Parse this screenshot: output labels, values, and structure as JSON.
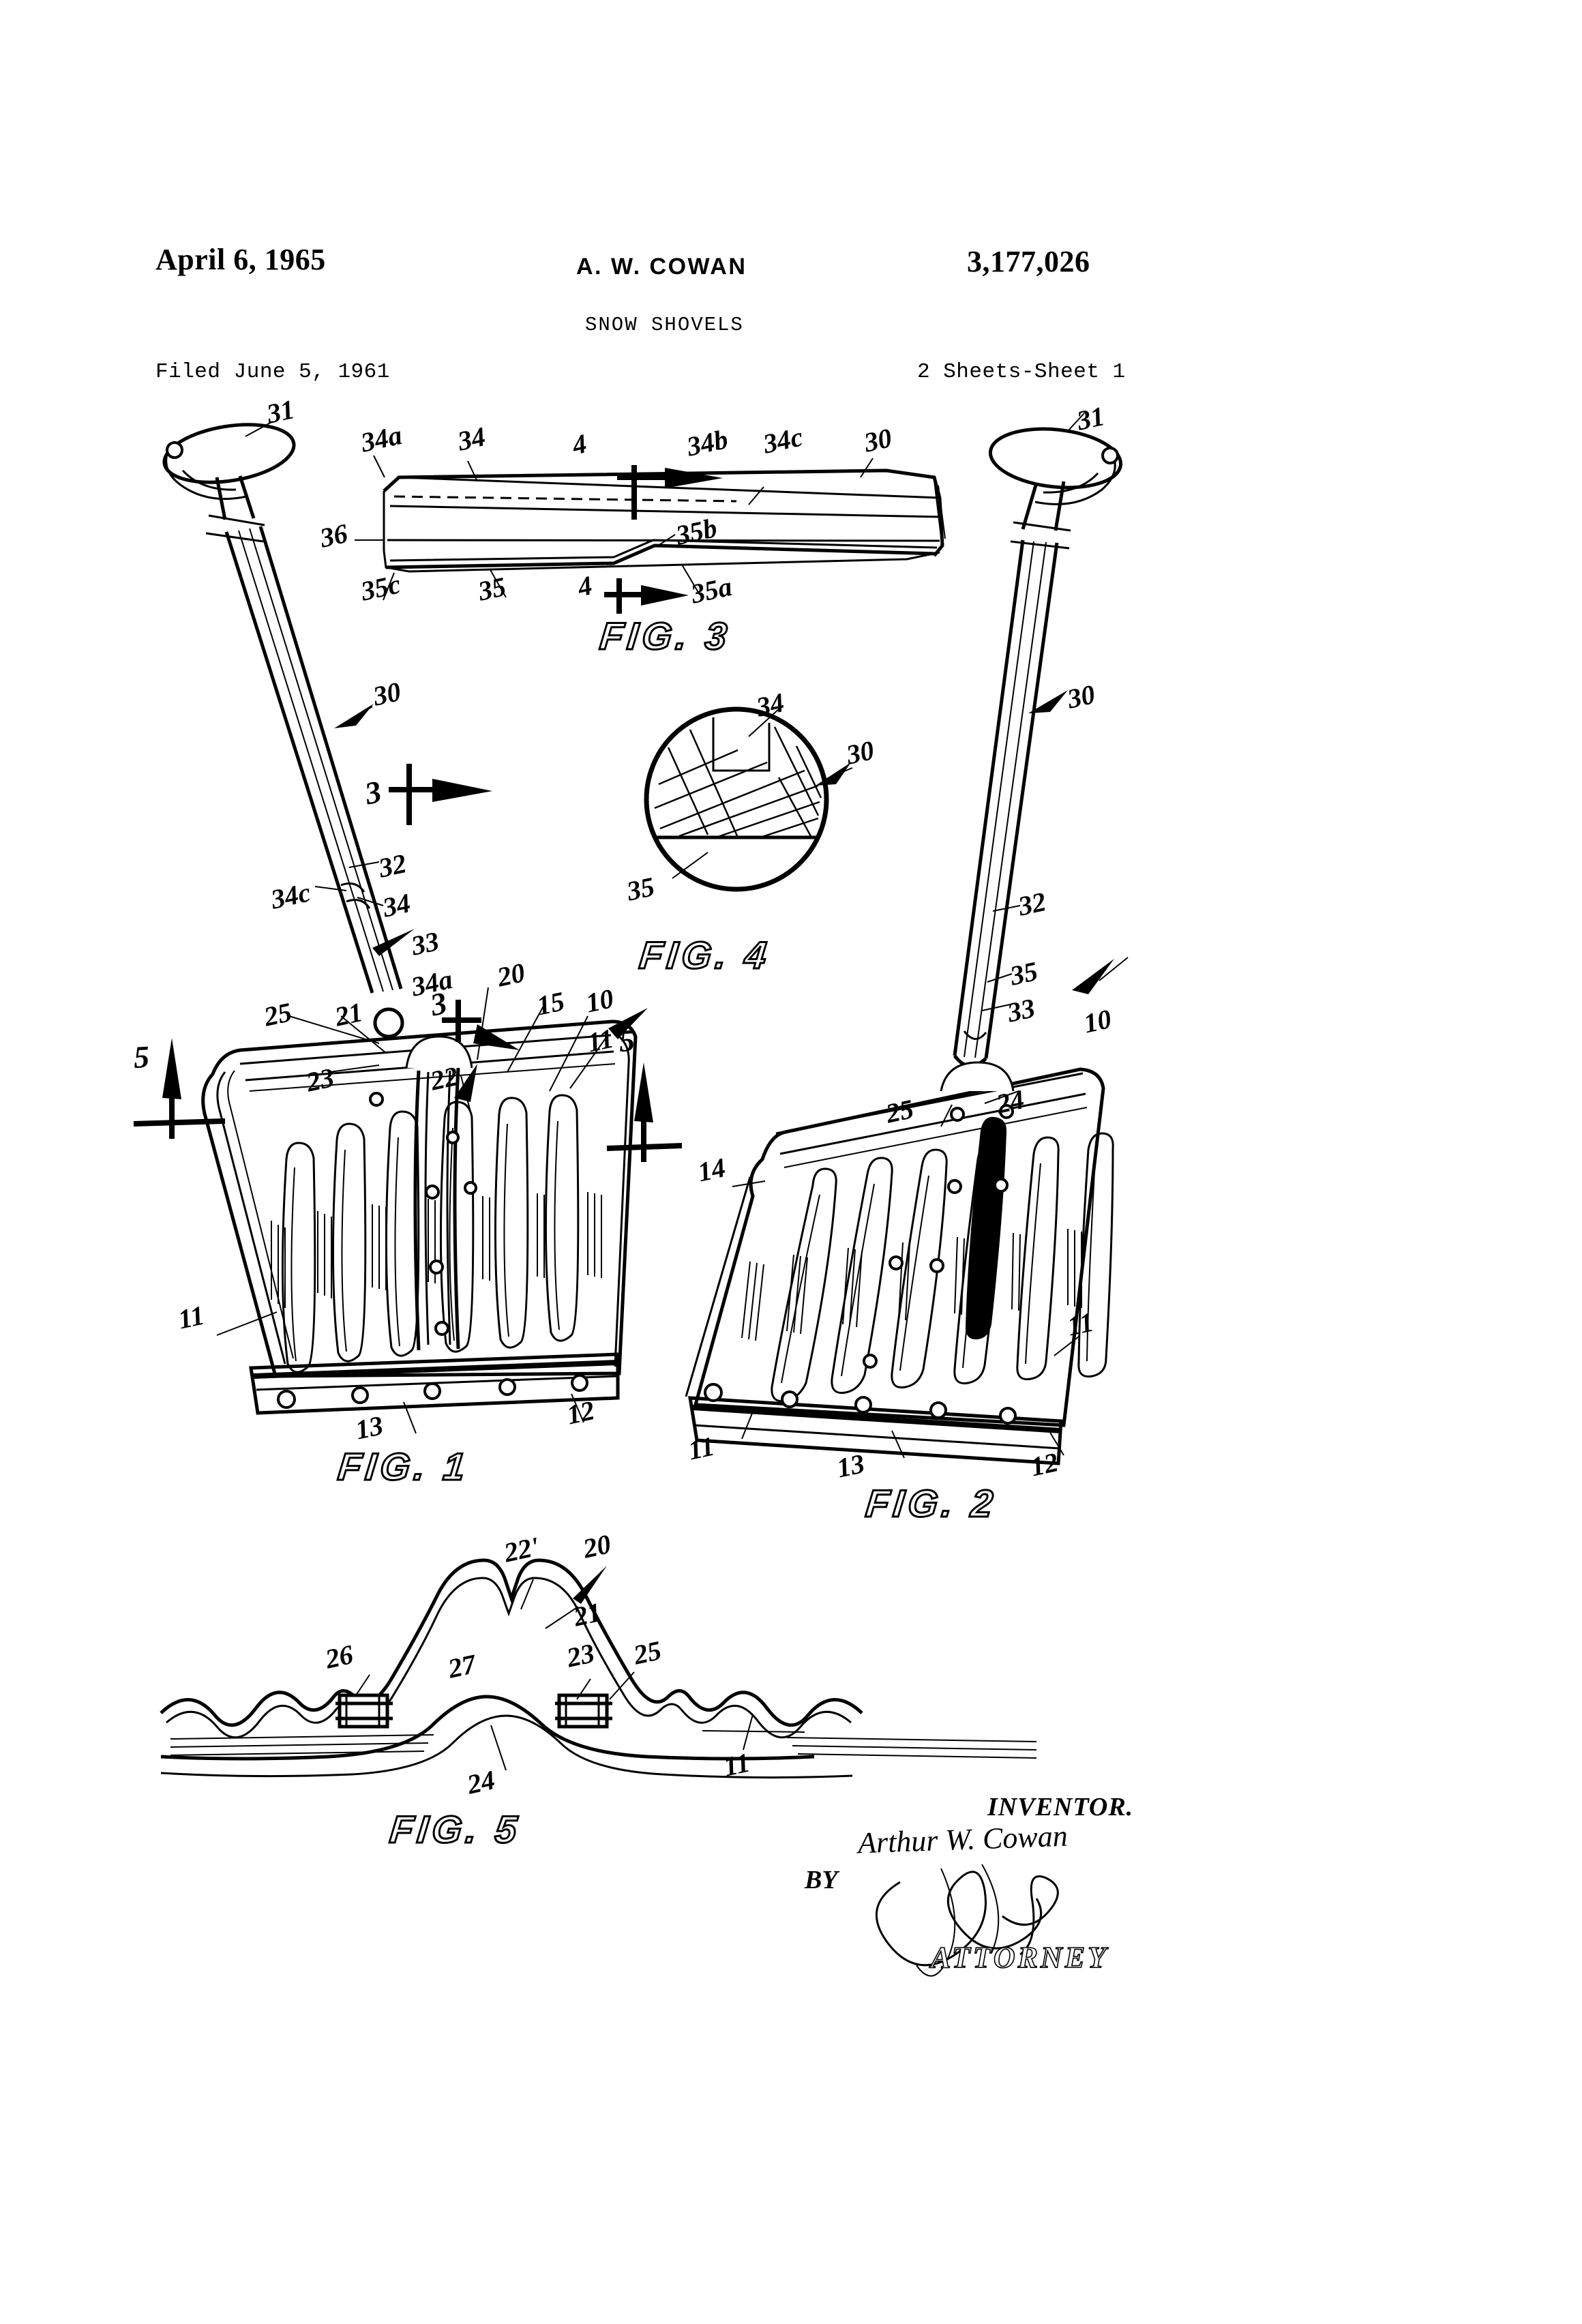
{
  "header": {
    "date": "April 6, 1965",
    "inventor_line": "A. W. COWAN",
    "patent_number": "3,177,026",
    "title": "SNOW SHOVELS",
    "filed": "Filed June 5, 1961",
    "sheets": "2 Sheets-Sheet 1"
  },
  "captions": {
    "fig1": "FIG. 1",
    "fig2": "FIG. 2",
    "fig3": "FIG. 3",
    "fig4": "FIG. 4",
    "fig5": "FIG. 5"
  },
  "signature": {
    "inventor_label": "INVENTOR.",
    "inventor_name": "Arthur W. Cowan",
    "by_label": "BY",
    "attorney_label": "ATTORNEY"
  },
  "fig3_refs": {
    "n34a": "34a",
    "n34": "34",
    "sec4_top": "4",
    "n34b": "34b",
    "n34c": "34c",
    "n30": "30",
    "n36": "36",
    "n35b": "35b",
    "n35c": "35c",
    "n35": "35",
    "sec4_bot": "4",
    "n35a": "35a"
  },
  "fig4_refs": {
    "n34": "34",
    "n30": "30",
    "n35": "35"
  },
  "fig1_refs": {
    "n31": "31",
    "n30": "30",
    "sec3": "3",
    "n32": "32",
    "n34": "34",
    "n33": "33",
    "n34c": "34c",
    "n34a": "34a",
    "n20": "20",
    "n25": "25",
    "n21": "21",
    "n15": "15",
    "n10": "10",
    "n11_top": "11",
    "sec5_right": "5",
    "n23": "23",
    "n22": "22",
    "sec5_left": "5",
    "n11_left": "11",
    "n13": "13",
    "n12": "12"
  },
  "fig2_refs": {
    "n31": "31",
    "n30": "30",
    "n32": "32",
    "n35": "35",
    "n33": "33",
    "n10": "10",
    "n25": "25",
    "n24": "24",
    "n14": "14",
    "n11_right": "11",
    "n11_left": "11",
    "n13": "13",
    "n12": "12"
  },
  "fig5_refs": {
    "n22p": "22'",
    "n20": "20",
    "n21": "21",
    "n26": "26",
    "n27": "27",
    "n23": "23",
    "n25": "25",
    "n24": "24",
    "n11": "11"
  }
}
